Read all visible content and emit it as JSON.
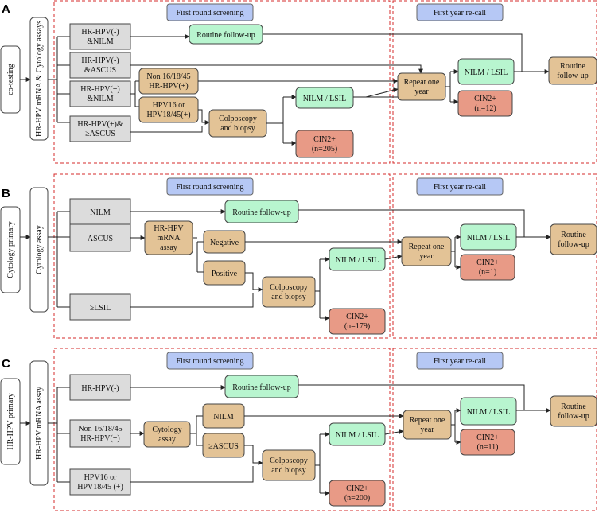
{
  "colors": {
    "gray": "#dcdcdc",
    "tan": "#e3c396",
    "green": "#b8f5cf",
    "red": "#e89a86",
    "blue": "#b6c8f5",
    "dash": "#d62b2b"
  },
  "panels": {
    "A": {
      "letter": "A",
      "strategy": "co-testing",
      "assay": "HR-HPV mRNA & Cytology assays",
      "first_round": "First round screening",
      "recall": "First year re-call",
      "groups": [
        [
          "HR-HPV(-)",
          "&NILM"
        ],
        [
          "HR-HPV(-)",
          "&ASCUS"
        ],
        [
          "HR-HPV(+)",
          "&NILM"
        ],
        [
          "HR-HPV(+)&",
          "≥ASCUS"
        ]
      ],
      "non16": [
        "Non 16/18/45",
        "HR-HPV(+)"
      ],
      "hpv16": [
        "HPV16 or",
        "HPV18/45(+)"
      ],
      "routine": "Routine follow-up",
      "colpo": [
        "Colposcopy",
        "and biopsy"
      ],
      "nilm_lsil": "NILM / LSIL",
      "cin2": [
        "CIN2+",
        "(n=205)"
      ],
      "repeat": [
        "Repeat one",
        "year"
      ],
      "recall_nilm": "NILM / LSIL",
      "recall_cin2": [
        "CIN2+",
        "(n=12)"
      ],
      "routine_final": [
        "Routine",
        "follow-up"
      ]
    },
    "B": {
      "letter": "B",
      "strategy": "Cytology primary",
      "assay": "Cytology assay",
      "first_round": "First round screening",
      "recall": "First year re-call",
      "groups": [
        "NILM",
        "ASCUS",
        "≥LSIL"
      ],
      "hrhpv": [
        "HR-HPV",
        "mRNA",
        "assay"
      ],
      "negative": "Negative",
      "positive": "Positive",
      "routine": "Routine follow-up",
      "colpo": [
        "Colposcopy",
        "and biopsy"
      ],
      "nilm_lsil": "NILM / LSIL",
      "cin2": [
        "CIN2+",
        "(n=179)"
      ],
      "repeat": [
        "Repeat one",
        "year"
      ],
      "recall_nilm": "NILM / LSIL",
      "recall_cin2": [
        "CIN2+",
        "(n=1)"
      ],
      "routine_final": [
        "Routine",
        "follow-up"
      ]
    },
    "C": {
      "letter": "C",
      "strategy": "HR-HPV primary",
      "assay": "HR-HPV mRNA assay",
      "first_round": "First round screening",
      "recall": "First year re-call",
      "groups": [
        [
          "HR-HPV(-)"
        ],
        [
          "Non 16/18/45",
          "HR-HPV(+)"
        ],
        [
          "HPV16 or",
          "HPV18/45 (+)"
        ]
      ],
      "cyto": [
        "Cytology",
        "assay"
      ],
      "nilm": "NILM",
      "ascus": "≥ASCUS",
      "routine": "Routine follow-up",
      "colpo": [
        "Colposcopy",
        "and biopsy"
      ],
      "nilm_lsil": "NILM / LSIL",
      "cin2": [
        "CIN2+",
        "(n=200)"
      ],
      "repeat": [
        "Repeat one",
        "year"
      ],
      "recall_nilm": "NILM / LSIL",
      "recall_cin2": [
        "CIN2+",
        "(n=11)"
      ],
      "routine_final": [
        "Routine",
        "follow-up"
      ]
    }
  }
}
